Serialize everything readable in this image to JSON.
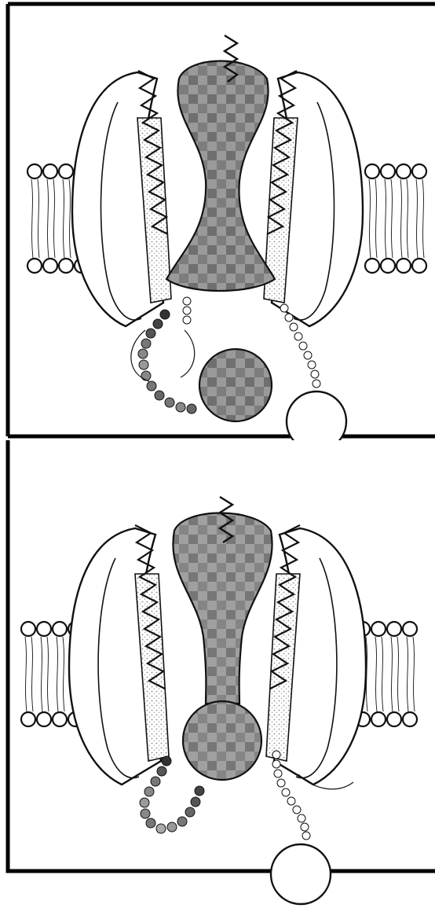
{
  "figure": {
    "panels": [
      {
        "state": "open",
        "ball_position": "outside-pore"
      },
      {
        "state": "blocked",
        "ball_position": "inside-pore"
      }
    ],
    "colors": {
      "ink": "#111111",
      "pore_dark": "#6f6f6f",
      "pore_light": "#bdbdbd",
      "stipple": "#8a8a8a",
      "background": "#ffffff"
    },
    "icons": [
      "helix-icon",
      "lipid-bilayer-icon",
      "ball-domain-icon",
      "chain-bead-icon",
      "inactivation-ball-icon"
    ]
  }
}
